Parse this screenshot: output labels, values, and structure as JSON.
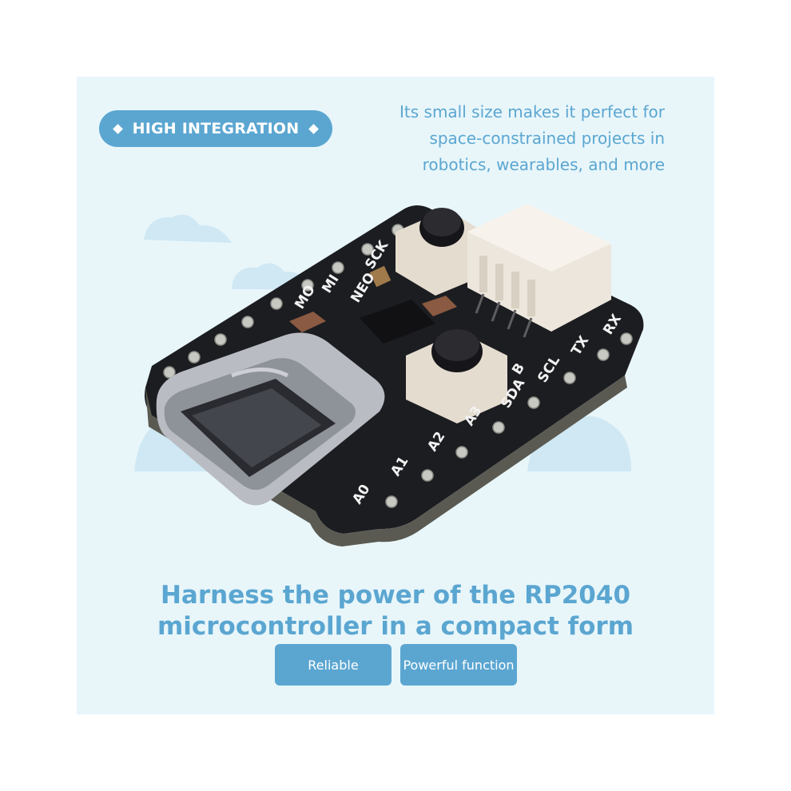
{
  "badge": {
    "label": "HIGH INTEGRATION"
  },
  "tagline": {
    "lines": [
      "Its small size makes it perfect for",
      "space-constrained projects in",
      "robotics, wearables, and more"
    ]
  },
  "headline": {
    "lines": [
      "Harness the power of the RP2040",
      "microcontroller in a compact form"
    ]
  },
  "buttons": {
    "reliable": "Reliable",
    "powerful": "Powerful function"
  },
  "board": {
    "pin_labels": [
      "A0",
      "A1",
      "A2",
      "A3",
      "SDA",
      "SCL",
      "TX",
      "RX",
      "MO",
      "MI",
      "SCK",
      "NEO",
      "B"
    ]
  },
  "colors": {
    "accent": "#5ba6d1",
    "background": "#e8f6fa",
    "cloud": "#cfe8f4",
    "pcb": "#1c1d21"
  }
}
